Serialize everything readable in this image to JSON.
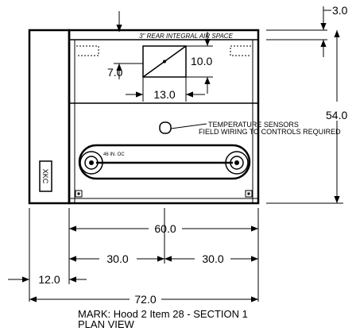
{
  "drawing": {
    "dimensions": {
      "overall_width": "72.0",
      "hood_width": "60.0",
      "left_half": "30.0",
      "right_half": "30.0",
      "side_panel": "12.0",
      "depth": "54.0",
      "air_space": "3.0",
      "opening_width": "13.0",
      "opening_height": "10.0",
      "opening_offset": "7.0"
    },
    "labels": {
      "air_space": "3\" REAR INTEGRAL AIR SPACE",
      "sensors_line1": "TEMPERATURE SENSORS",
      "sensors_line2": "FIELD WIRING TO CONTROLS REQUIRED",
      "spacing": "46 IN. OC",
      "side_logo": "XKC"
    },
    "caption": {
      "line1": "MARK: Hood 2 Item 28 - SECTION 1",
      "line2": "PLAN VIEW"
    }
  }
}
